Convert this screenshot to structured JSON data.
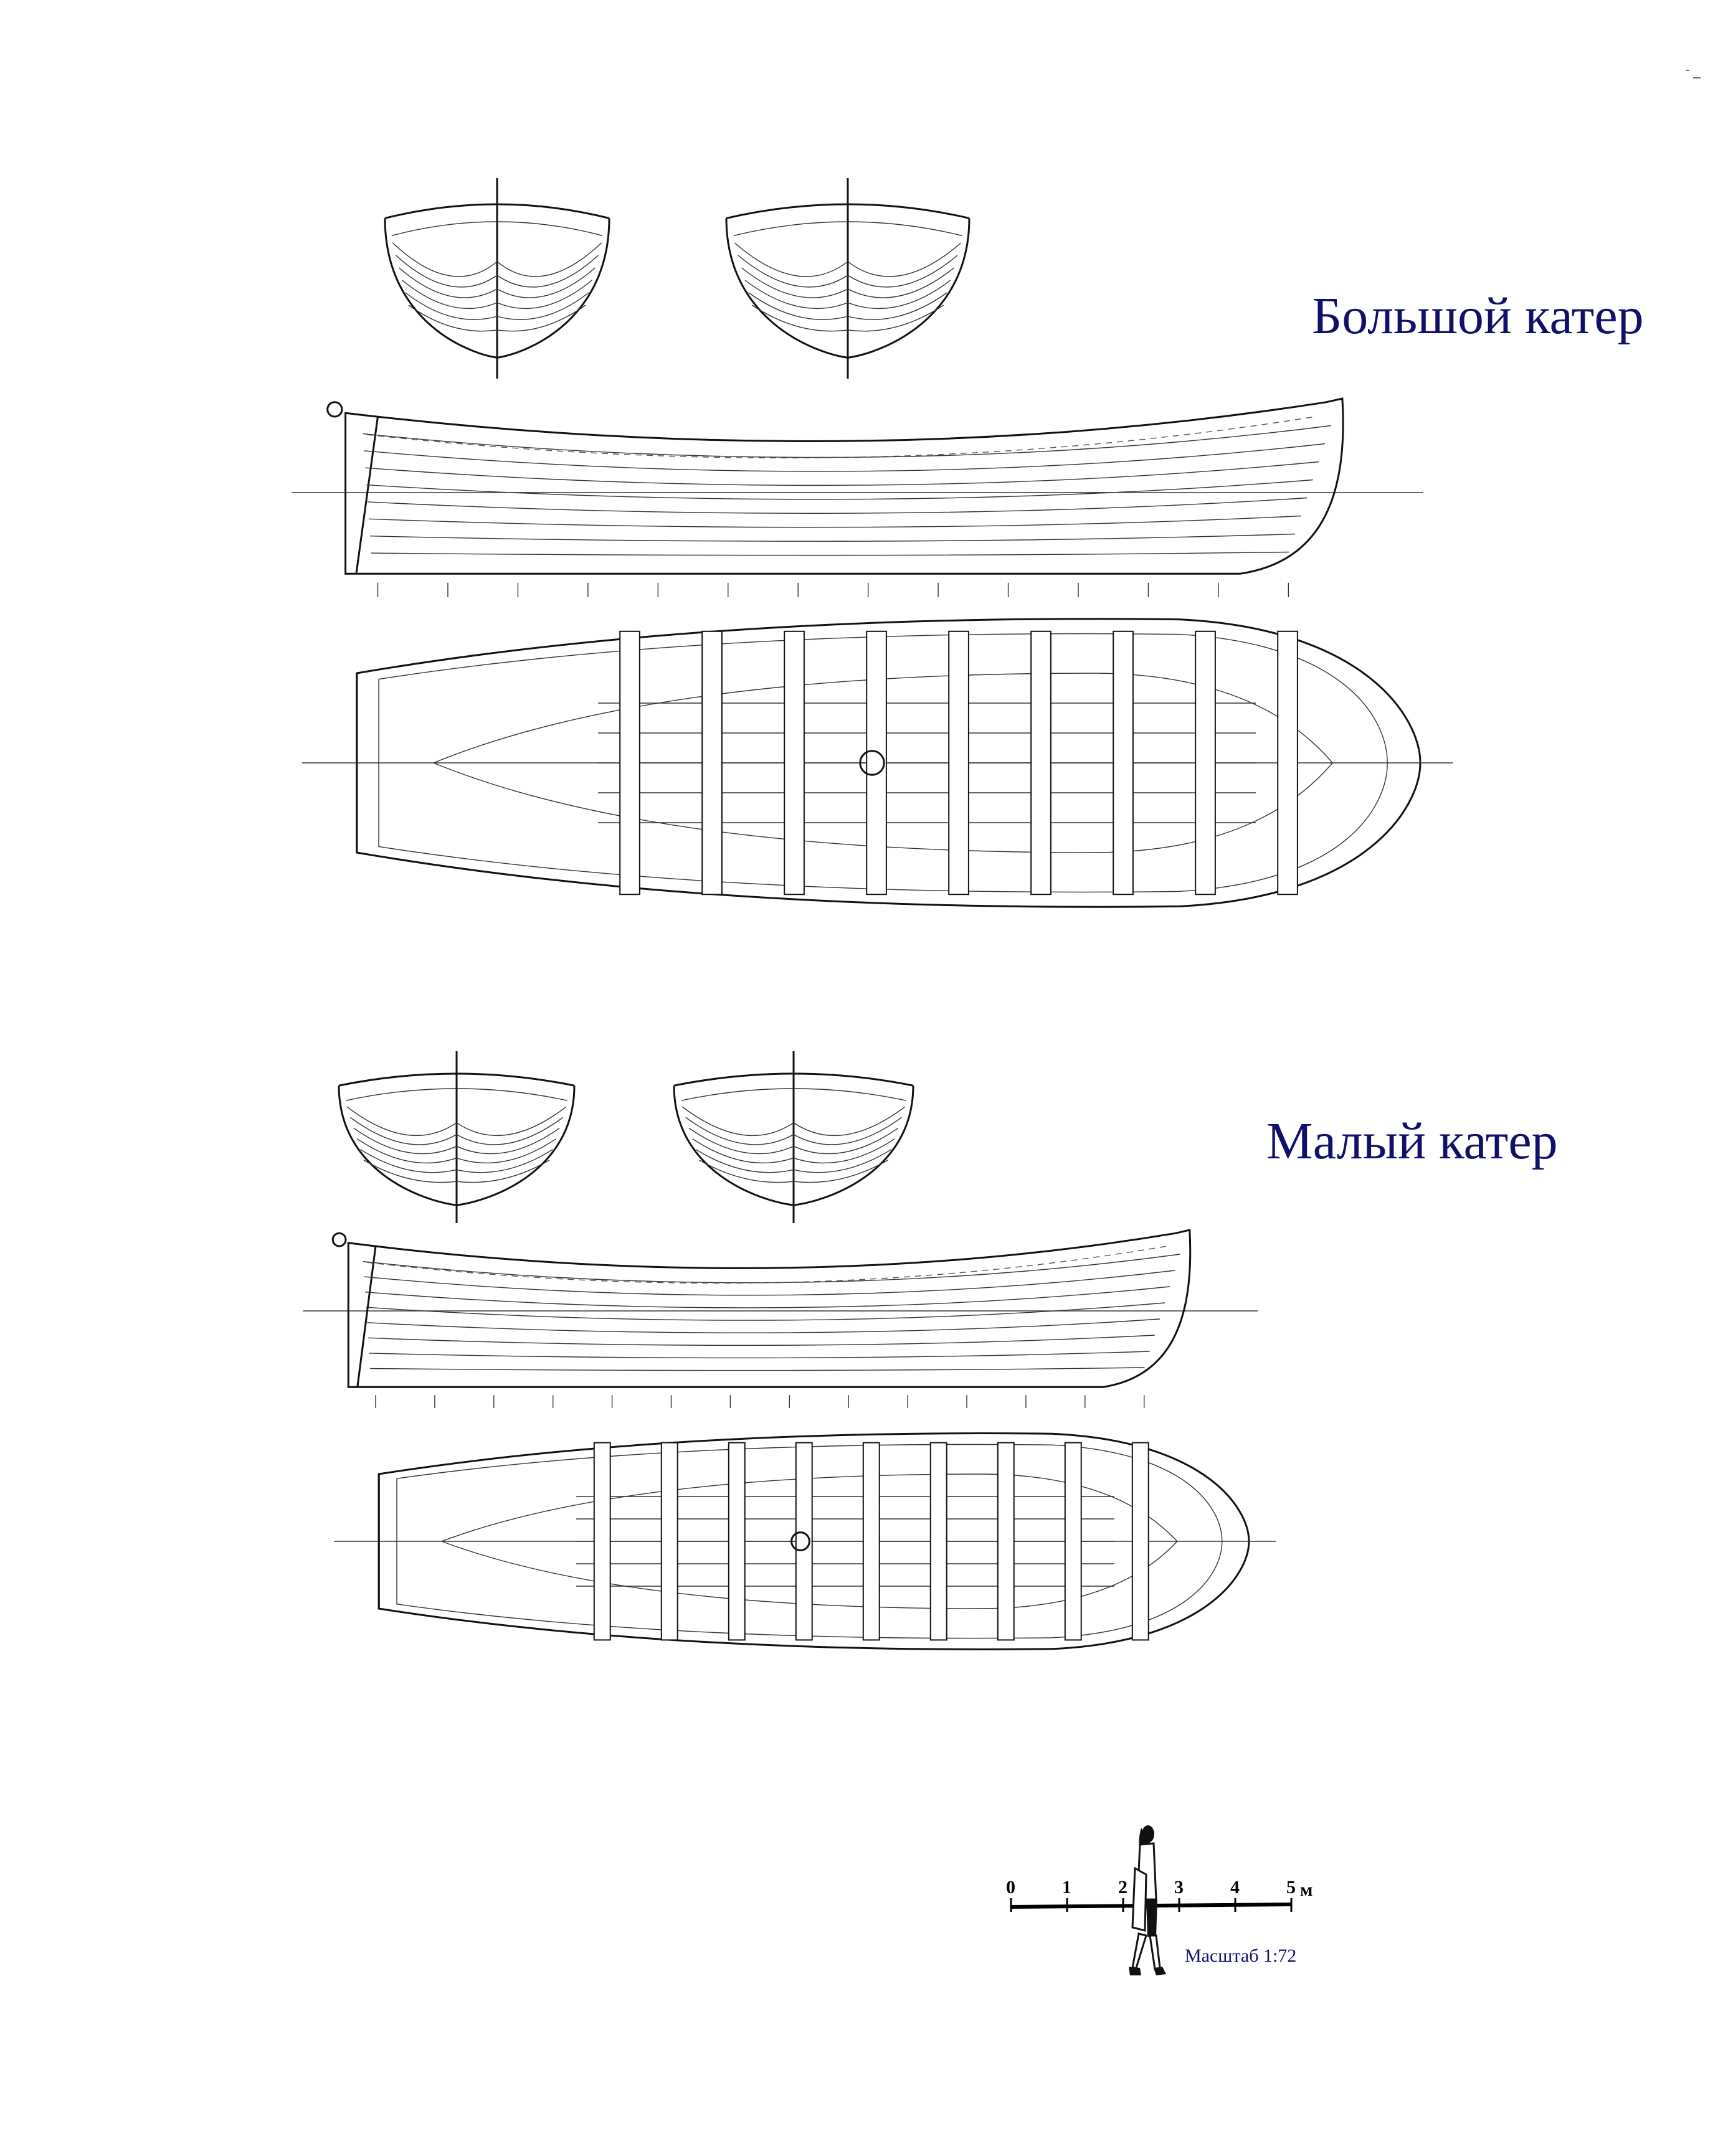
{
  "boats": [
    {
      "title": "Большой катер"
    },
    {
      "title": "Малый катер"
    }
  ],
  "scale_bar": {
    "ticks": [
      "0",
      "1",
      "2",
      "3",
      "4",
      "5"
    ],
    "unit": "м",
    "caption": "Масштаб 1:72"
  },
  "colors": {
    "title": "#10106a",
    "line": "#111111"
  }
}
